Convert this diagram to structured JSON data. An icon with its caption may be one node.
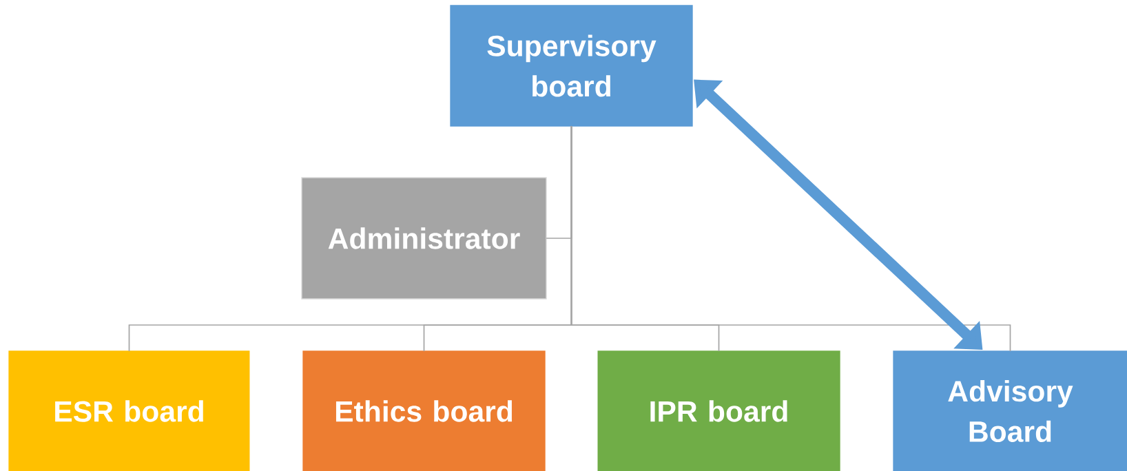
{
  "diagram": {
    "nodes": [
      {
        "text": [
          "Supervisory board"
        ]
      },
      {
        "text": [
          "Administrator"
        ]
      },
      {
        "text": [
          "ESR board"
        ]
      },
      {
        "text": [
          "Ethics board"
        ]
      },
      {
        "text": [
          "IPR board"
        ]
      },
      {
        "text": [
          "Advisory Board"
        ]
      }
    ],
    "edges": [
      {
        "from": 0,
        "to": 1,
        "arrow": "none"
      },
      {
        "from": 0,
        "to": 2,
        "arrow": "none"
      },
      {
        "from": 0,
        "to": 3,
        "arrow": "none"
      },
      {
        "from": 0,
        "to": 4,
        "arrow": "none"
      },
      {
        "from": 0,
        "to": 5,
        "arrow": "none"
      },
      {
        "from": 0,
        "to": 5,
        "arrow": "both",
        "style": "thick",
        "color": "#5b9bd5"
      }
    ]
  }
}
